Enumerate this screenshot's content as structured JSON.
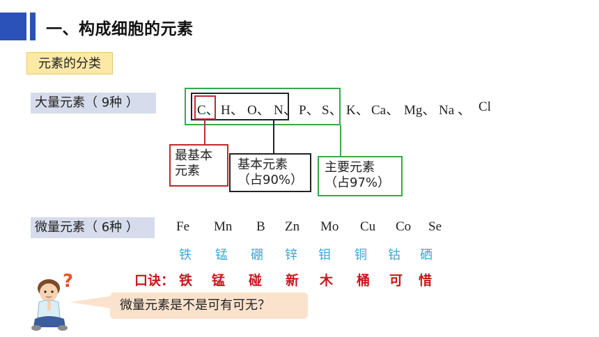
{
  "header": {
    "title": "一、构成细胞的元素"
  },
  "classify_tag": "元素的分类",
  "macro": {
    "label": "大量元素（ 9种 ）",
    "elements": [
      "C、",
      "H、",
      "O、",
      "N、",
      "P、",
      "S、",
      "K、",
      "Ca、",
      "Mg、",
      "Na 、",
      "Cl"
    ]
  },
  "callouts": {
    "most_basic": [
      "最基本",
      "元素"
    ],
    "basic": [
      "基本元素",
      "（占90%）"
    ],
    "main": [
      "主要元素",
      "（占97%）"
    ]
  },
  "micro": {
    "label": "微量元素（ 6种 ）",
    "symbols": [
      "Fe",
      "Mn",
      "B",
      "Zn",
      "Mo",
      "Cu",
      "Co",
      "Se"
    ],
    "chinese": [
      "铁",
      "锰",
      "硼",
      "锌",
      "钼",
      "铜",
      "钴",
      "硒"
    ]
  },
  "mnemonic": {
    "prefix": "口诀：",
    "words": [
      "铁",
      "锰",
      "碰",
      "新",
      "木",
      "桶",
      "可",
      "惜"
    ]
  },
  "question": "微量元素是不是可有可无？",
  "colors": {
    "accent_blue": "#2a52b9",
    "green": "#35a84a",
    "red": "#c0282e",
    "trace_blue": "#3ea4d8",
    "mnemonic_red": "#c8161d"
  }
}
